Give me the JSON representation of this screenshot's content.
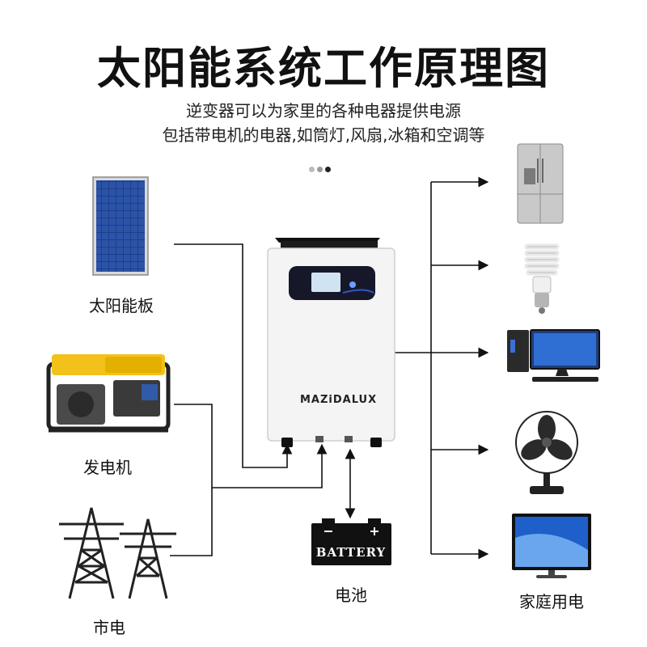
{
  "title": "太阳能系统工作原理图",
  "subtitle_line1": "逆变器可以为家里的各种电器提供电源",
  "subtitle_line2": "包括带电机的电器,如筒灯,风扇,冰箱和空调等",
  "sources": {
    "solar_label": "太阳能板",
    "generator_label": "发电机",
    "grid_label": "市电"
  },
  "inverter": {
    "brand": "MAZiDALUX"
  },
  "battery": {
    "text": "BATTERY",
    "label": "电池",
    "symbols": "- +"
  },
  "loads": {
    "label": "家庭用电"
  },
  "icons": [
    "solar-panel-icon",
    "generator-icon",
    "power-tower-icon",
    "inverter-icon",
    "battery-icon",
    "refrigerator-icon",
    "light-bulb-icon",
    "desktop-computer-icon",
    "fan-icon",
    "tv-icon"
  ],
  "colors": {
    "line": "#111111",
    "panel_blue": "#1e3f8a",
    "generator_yellow": "#f2c21a",
    "inverter_body": "#f4f4f4",
    "screen_dark": "#16182a"
  }
}
